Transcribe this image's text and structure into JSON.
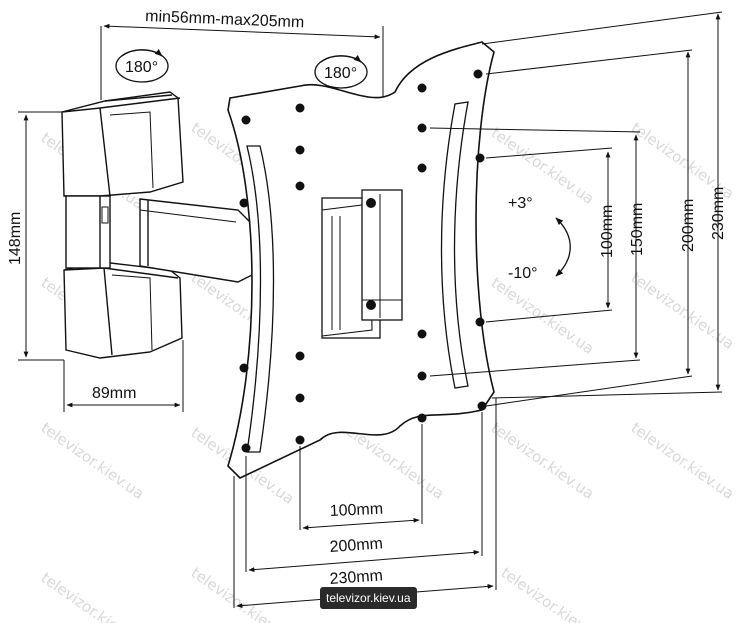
{
  "dimensions": {
    "arm_extension": "min56mm-max205mm",
    "swivel_left": "180°",
    "swivel_right": "180°",
    "arm_height": "148mm",
    "wall_plate_depth": "89mm",
    "tilt_up": "+3°",
    "tilt_down": "-10°",
    "vesa_v_100": "100mm",
    "vesa_v_150": "150mm",
    "vesa_v_200": "200mm",
    "vesa_v_230": "230mm",
    "vesa_h_100": "100mm",
    "vesa_h_200": "200mm",
    "vesa_h_230": "230mm"
  },
  "watermark": {
    "text": "televizor.kiev.ua"
  },
  "site_badge": {
    "text": "televizor.kiev.ua"
  }
}
